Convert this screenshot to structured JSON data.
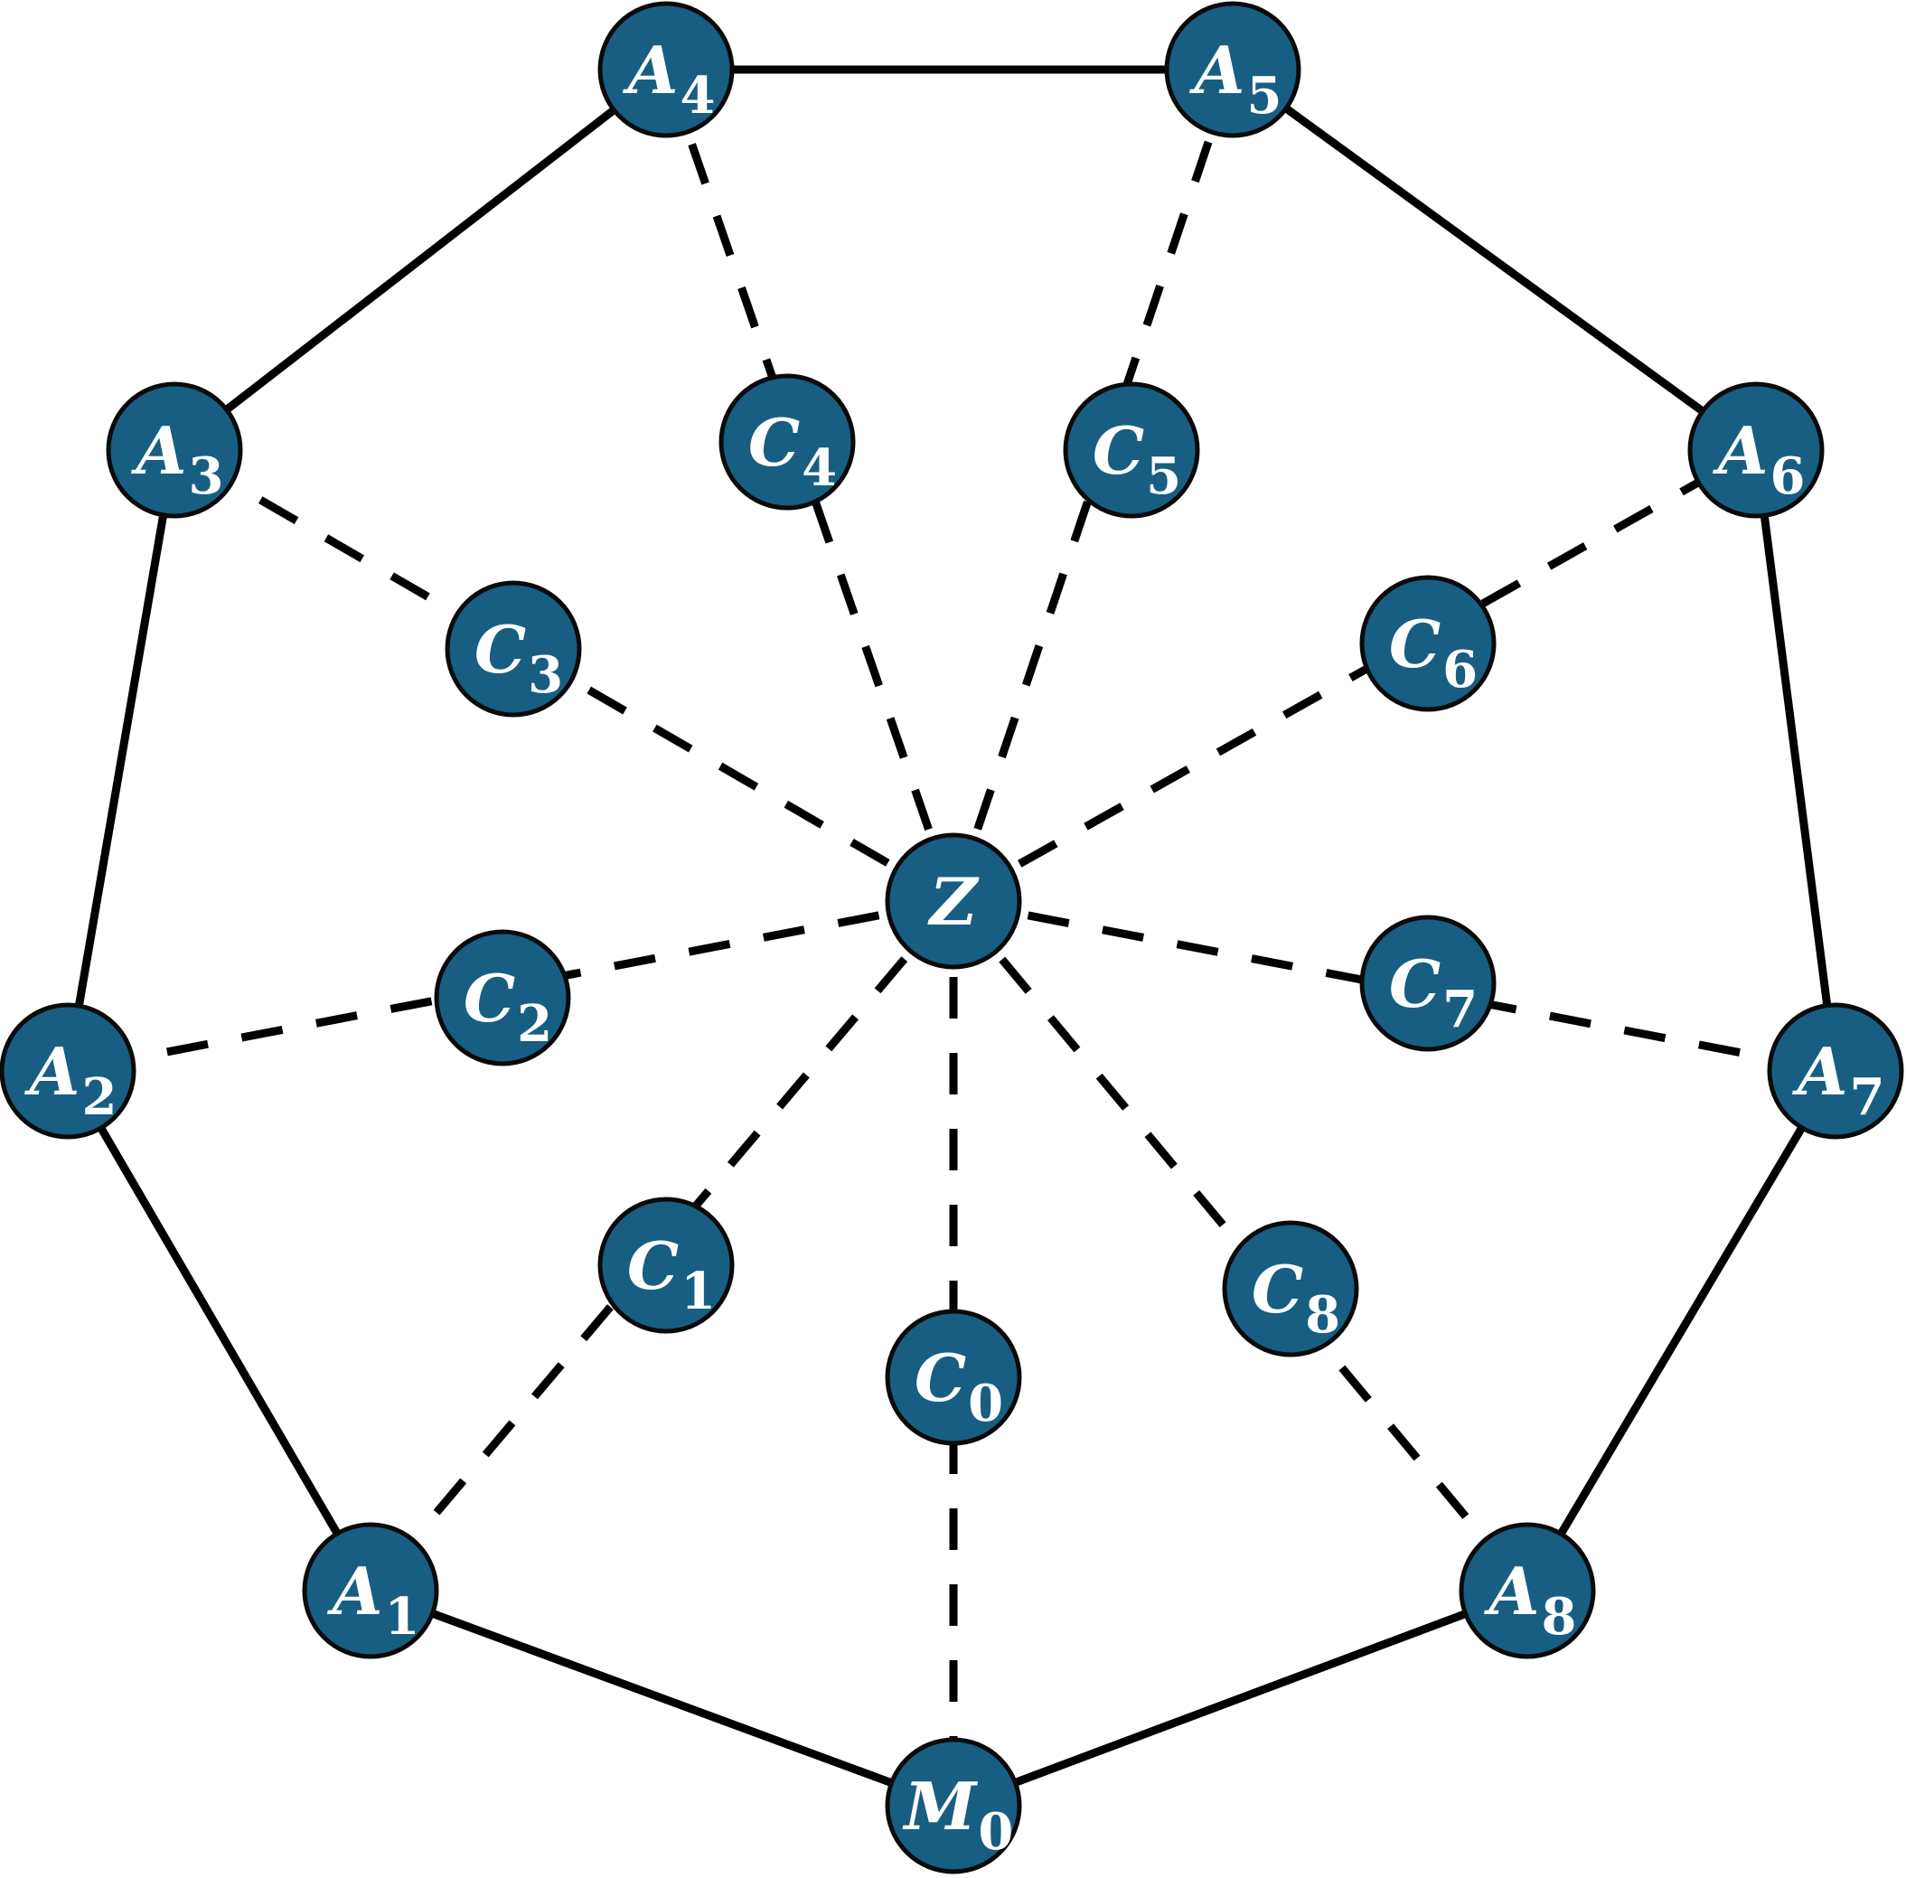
{
  "diagram": {
    "colors": {
      "node_fill": "#175e82",
      "node_stroke": "#0a0a0a",
      "edge": "#000000",
      "label": "#ffffff"
    },
    "nodes": [
      {
        "id": "Z",
        "base": "Z",
        "sub": ""
      },
      {
        "id": "M0",
        "base": "M",
        "sub": "0"
      },
      {
        "id": "A1",
        "base": "A",
        "sub": "1"
      },
      {
        "id": "A2",
        "base": "A",
        "sub": "2"
      },
      {
        "id": "A3",
        "base": "A",
        "sub": "3"
      },
      {
        "id": "A4",
        "base": "A",
        "sub": "4"
      },
      {
        "id": "A5",
        "base": "A",
        "sub": "5"
      },
      {
        "id": "A6",
        "base": "A",
        "sub": "6"
      },
      {
        "id": "A7",
        "base": "A",
        "sub": "7"
      },
      {
        "id": "A8",
        "base": "A",
        "sub": "8"
      },
      {
        "id": "C0",
        "base": "C",
        "sub": "0"
      },
      {
        "id": "C1",
        "base": "C",
        "sub": "1"
      },
      {
        "id": "C2",
        "base": "C",
        "sub": "2"
      },
      {
        "id": "C3",
        "base": "C",
        "sub": "3"
      },
      {
        "id": "C4",
        "base": "C",
        "sub": "4"
      },
      {
        "id": "C5",
        "base": "C",
        "sub": "5"
      },
      {
        "id": "C6",
        "base": "C",
        "sub": "6"
      },
      {
        "id": "C7",
        "base": "C",
        "sub": "7"
      },
      {
        "id": "C8",
        "base": "C",
        "sub": "8"
      }
    ],
    "solid_edges": [
      [
        "M0",
        "A1"
      ],
      [
        "A1",
        "A2"
      ],
      [
        "A2",
        "A3"
      ],
      [
        "A3",
        "A4"
      ],
      [
        "A4",
        "A5"
      ],
      [
        "A5",
        "A6"
      ],
      [
        "A6",
        "A7"
      ],
      [
        "A7",
        "A8"
      ],
      [
        "A8",
        "M0"
      ]
    ],
    "dashed_edges": [
      [
        "Z",
        "M0"
      ],
      [
        "Z",
        "A1"
      ],
      [
        "Z",
        "A2"
      ],
      [
        "Z",
        "A3"
      ],
      [
        "Z",
        "A4"
      ],
      [
        "Z",
        "A5"
      ],
      [
        "Z",
        "A6"
      ],
      [
        "Z",
        "A7"
      ],
      [
        "Z",
        "A8"
      ]
    ]
  }
}
